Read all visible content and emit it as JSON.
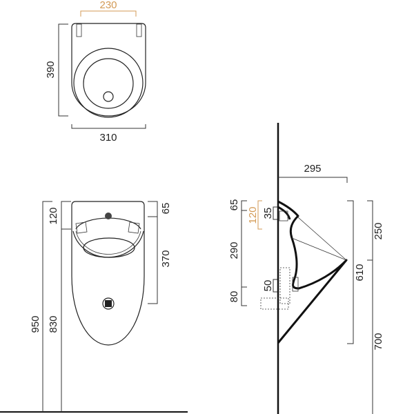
{
  "top_view": {
    "width_inner": "230",
    "depth": "390",
    "width": "310"
  },
  "front_view": {
    "total_height": "950",
    "top_offset": "120",
    "rim_height": "830",
    "top_to_inlet": "65",
    "inlet_to_outlet": "370"
  },
  "side_view": {
    "projection": "295",
    "top_65": "65",
    "orange_120": "120",
    "inlet_35": "35",
    "mid_290": "290",
    "outlet_50": "50",
    "bottom_80": "80",
    "body_height": "610",
    "upper_250": "250",
    "floor_700": "700"
  },
  "colors": {
    "highlight_dimension": "#d39a55",
    "lines": "#222222"
  }
}
